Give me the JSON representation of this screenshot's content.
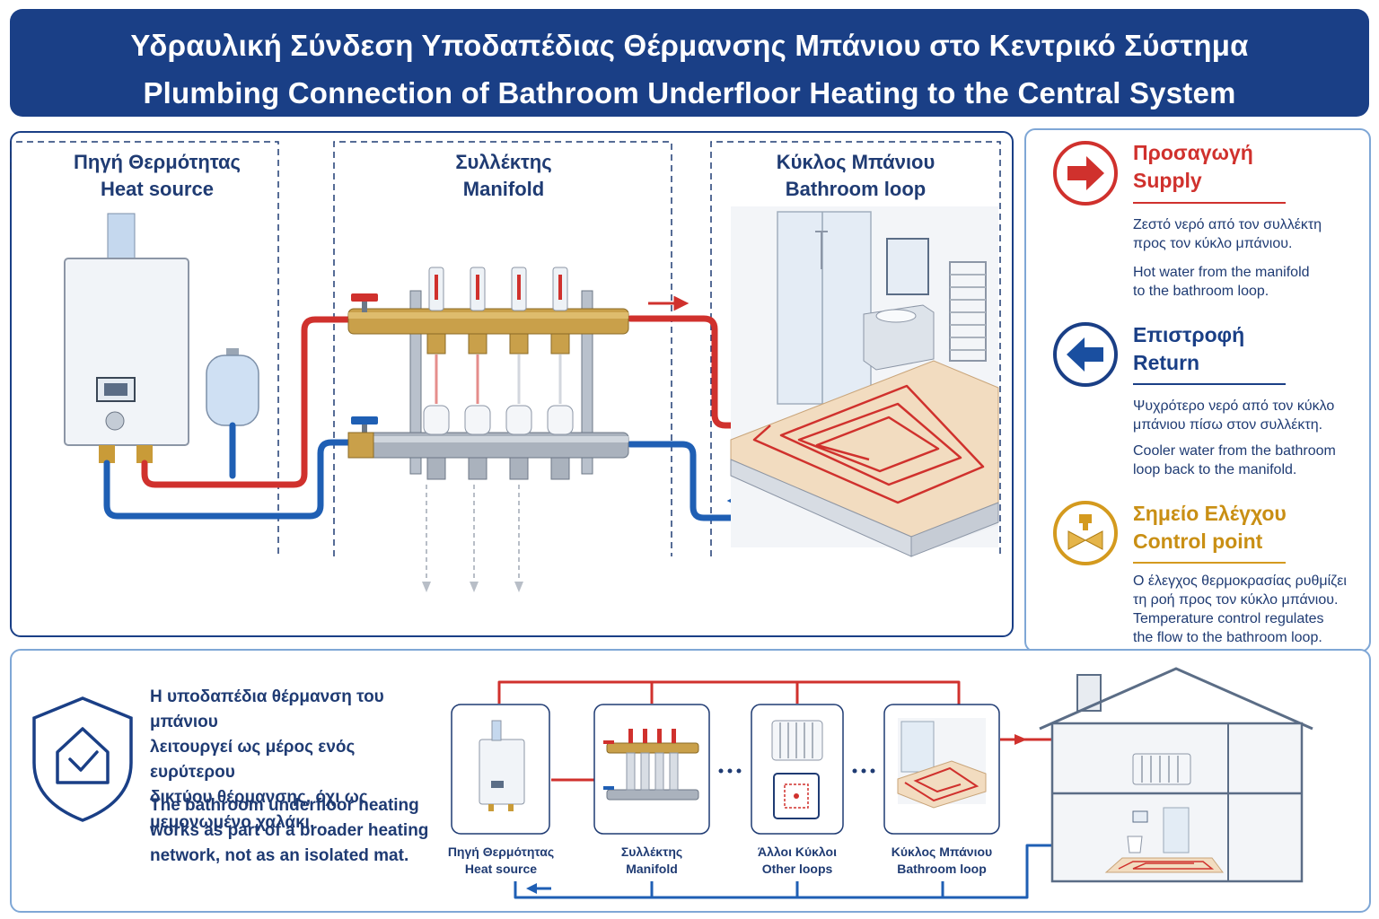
{
  "header": {
    "title_el": "Υδραυλική Σύνδεση Υποδαπέδιας Θέρμανσης Μπάνιου στο Κεντρικό Σύστημα",
    "title_en": "Plumbing Connection of Bathroom Underfloor Heating to the Central System"
  },
  "columns": [
    {
      "el": "Πηγή Θερμότητας",
      "en": "Heat source"
    },
    {
      "el": "Συλλέκτης",
      "en": "Manifold"
    },
    {
      "el": "Κύκλος Μπάνιου",
      "en": "Bathroom loop"
    }
  ],
  "legend": {
    "supply": {
      "title_el": "Προσαγωγή",
      "title_en": "Supply",
      "desc_el_1": "Ζεστό νερό από τον συλλέκτη",
      "desc_el_2": "προς τον κύκλο μπάνιου.",
      "desc_en_1": "Hot water from the manifold",
      "desc_en_2": "to the bathroom loop.",
      "color": "#d0312d",
      "icon": "arrow-right-icon"
    },
    "return": {
      "title_el": "Επιστροφή",
      "title_en": "Return",
      "desc_el_1": "Ψυχρότερο νερό από τον κύκλο",
      "desc_el_2": "μπάνιου πίσω στον συλλέκτη.",
      "desc_en_1": "Cooler water from the bathroom",
      "desc_en_2": "loop back to the manifold.",
      "color": "#1a4fa0",
      "icon": "arrow-left-icon"
    },
    "control": {
      "title_el": "Σημείο Ελέγχου",
      "title_en": "Control point",
      "desc_el_1": "Ο έλεγχος θερμοκρασίας ρυθμίζει",
      "desc_el_2": "τη ροή προς τον κύκλο μπάνιου.",
      "desc_en_1": "Temperature control regulates",
      "desc_en_2": "the flow to the bathroom loop.",
      "color": "#d49a1e",
      "icon": "valve-icon"
    }
  },
  "bottom": {
    "text_el": [
      "Η υποδαπέδια θέρμανση του μπάνιου",
      "λειτουργεί ως μέρος ενός ευρύτερου",
      "δικτύου θέρμανσης, όχι ως",
      "μεμονωμένο χαλάκι."
    ],
    "text_en": [
      "The bathroom underfloor heating",
      "works as part of a broader heating",
      "network, not as an isolated mat."
    ],
    "nodes": [
      {
        "el": "Πηγή Θερμότητας",
        "en": "Heat source"
      },
      {
        "el": "Συλλέκτης",
        "en": "Manifold"
      },
      {
        "el": "Άλλοι Κύκλοι",
        "en": "Other loops"
      },
      {
        "el": "Κύκλος Μπάνιου",
        "en": "Bathroom loop"
      }
    ],
    "ellipsis": "..."
  }
}
